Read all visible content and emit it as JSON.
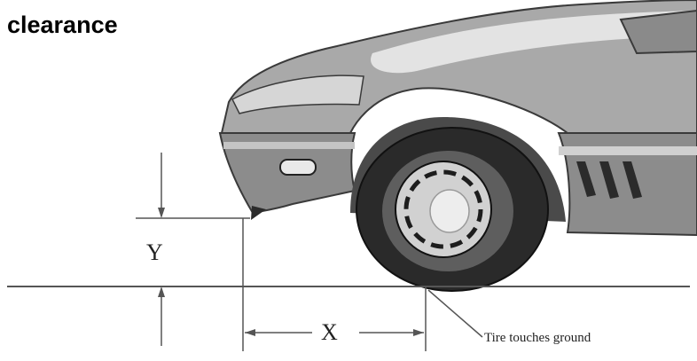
{
  "title": "clearance",
  "labels": {
    "y": "Y",
    "x": "X",
    "tire": "Tire touches ground"
  },
  "colors": {
    "body_light": "#bdbdbd",
    "body_dark": "#777777",
    "tire": "#2a2a2a",
    "rim": "#cfcfcf",
    "lines": "#555555"
  }
}
